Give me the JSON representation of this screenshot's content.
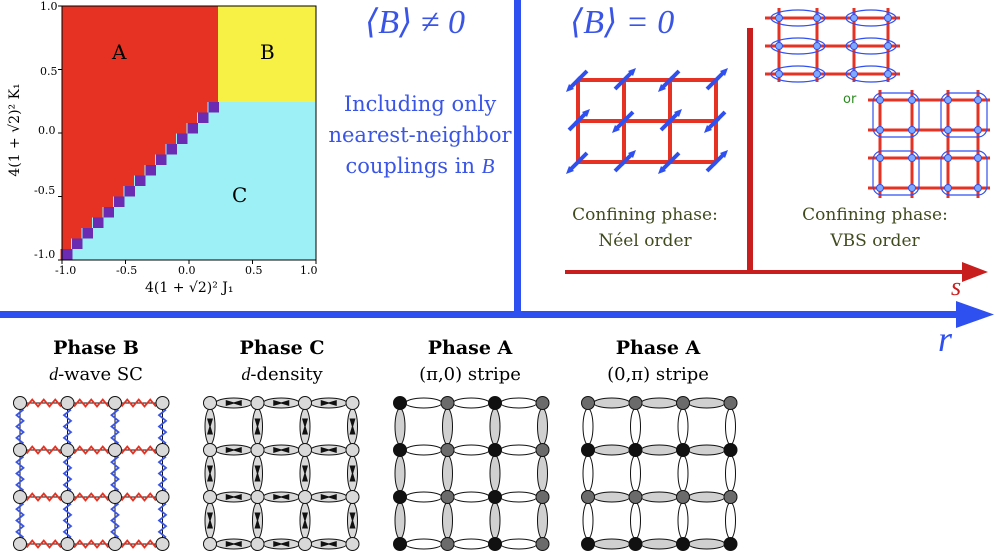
{
  "phase_diagram": {
    "xlabel": "4(1 + √2)² J₁",
    "ylabel": "4(1 + √2)² K₁",
    "xticks": [
      "-1.0",
      "-0.5",
      "0.0",
      "0.5",
      "1.0"
    ],
    "yticks": [
      "1.0",
      "0.5",
      "0.0",
      "-0.5",
      "-1.0"
    ],
    "region_labels": {
      "a": "A",
      "b": "B",
      "c": "C"
    },
    "colors": {
      "a": "#e53222",
      "b": "#f7f146",
      "c": "#9df0f5",
      "boundary": "#6b2bb2"
    }
  },
  "top_middle": {
    "heading": "⟨B⟩ ≠ 0",
    "note_line1": "Including only",
    "note_line2": "nearest-neighbor",
    "note_line3": "couplings in",
    "note_var": "B"
  },
  "top_right": {
    "heading": "⟨B⟩ = 0",
    "or_label": "or",
    "neel_line1": "Confining phase:",
    "neel_line2": "Néel order",
    "vbs_line1": "Confining phase:",
    "vbs_line2": "VBS order",
    "s_axis_label": "s"
  },
  "r_axis_label": "r",
  "phases": [
    {
      "title": "Phase B",
      "sub_italic": "d",
      "sub_rest": "-wave SC"
    },
    {
      "title": "Phase C",
      "sub_italic": "d",
      "sub_rest": "-density"
    },
    {
      "title": "Phase A",
      "sub_italic": "",
      "sub_rest": "(π,0) stripe"
    },
    {
      "title": "Phase A",
      "sub_italic": "",
      "sub_rest": "(0,π) stripe"
    }
  ]
}
